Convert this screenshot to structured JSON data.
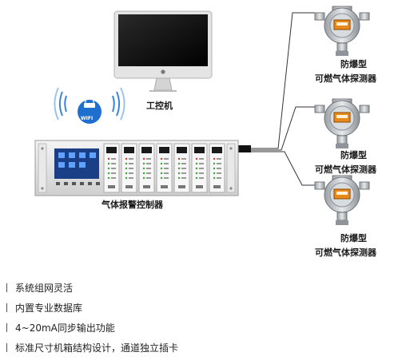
{
  "labels": {
    "computer": "工控机",
    "controller": "气体报警控制器",
    "wifi": "WIFI",
    "detectors": [
      {
        "type": "防爆型",
        "name": "可燃气体探测器"
      },
      {
        "type": "防爆型",
        "name": "可燃气体探测器"
      },
      {
        "type": "防爆型",
        "name": "可燃气体探测器"
      }
    ]
  },
  "features": [
    "系统组网灵活",
    "内置专业数据库",
    "4~20mA同步输出功能",
    "标准尺寸机箱结构设计，通道独立插卡"
  ],
  "colors": {
    "wifi_blue": "#1f6fd1",
    "detector_orange": "#e8891a",
    "screen_blue": "#1b3f86"
  }
}
